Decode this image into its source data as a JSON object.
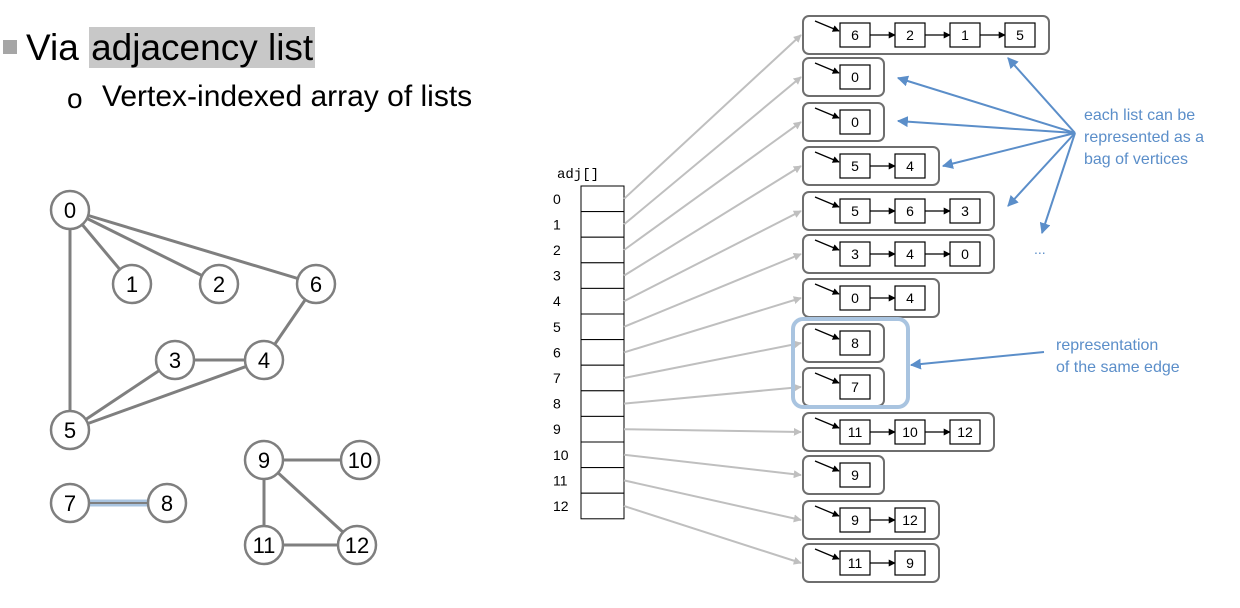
{
  "title": {
    "prefix": "Via",
    "highlight": "adjacency list"
  },
  "subtitle": {
    "bullet": "o",
    "text": "Vertex-indexed array of lists"
  },
  "graph": {
    "vertices": [
      "0",
      "1",
      "2",
      "3",
      "4",
      "5",
      "6",
      "7",
      "8",
      "9",
      "10",
      "11",
      "12"
    ],
    "edges": [
      [
        "0",
        "1"
      ],
      [
        "0",
        "2"
      ],
      [
        "0",
        "6"
      ],
      [
        "0",
        "5"
      ],
      [
        "3",
        "4"
      ],
      [
        "3",
        "5"
      ],
      [
        "4",
        "5"
      ],
      [
        "4",
        "6"
      ],
      [
        "7",
        "8"
      ],
      [
        "9",
        "10"
      ],
      [
        "9",
        "11"
      ],
      [
        "9",
        "12"
      ],
      [
        "11",
        "12"
      ]
    ],
    "highlighted_edge": [
      "7",
      "8"
    ]
  },
  "adj": {
    "label": "adj[]",
    "indices": [
      "0",
      "1",
      "2",
      "3",
      "4",
      "5",
      "6",
      "7",
      "8",
      "9",
      "10",
      "11",
      "12"
    ],
    "lists": [
      [
        "6",
        "2",
        "1",
        "5"
      ],
      [
        "0"
      ],
      [
        "0"
      ],
      [
        "5",
        "4"
      ],
      [
        "5",
        "6",
        "3"
      ],
      [
        "3",
        "4",
        "0"
      ],
      [
        "0",
        "4"
      ],
      [
        "8"
      ],
      [
        "7"
      ],
      [
        "11",
        "10",
        "12"
      ],
      [
        "9"
      ],
      [
        "9",
        "12"
      ],
      [
        "11",
        "9"
      ]
    ]
  },
  "annotations": {
    "bag_text": [
      "each list can be",
      "represented as a",
      "bag of vertices"
    ],
    "ellipsis": "...",
    "edge_text": [
      "representation",
      "of the same edge"
    ]
  },
  "colors": {
    "graph_line": "#7f7f7f",
    "arrow_gray": "#bfbfbf",
    "accent_blue": "#5b8ec9",
    "highlight_blue": "#a9c4e0",
    "box_border": "#6e6e6e"
  }
}
